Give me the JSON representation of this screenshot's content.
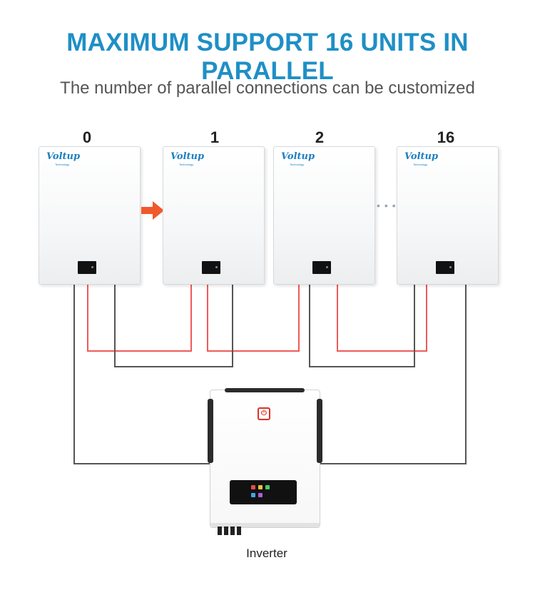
{
  "header": {
    "title": "MAXIMUM SUPPORT 16 UNITS IN PARALLEL",
    "subtitle": "The number of parallel connections can be customized"
  },
  "units": [
    {
      "number": "0",
      "brand": "Voltup",
      "brand_sub": "Technology"
    },
    {
      "number": "1",
      "brand": "Voltup",
      "brand_sub": "Technology"
    },
    {
      "number": "2",
      "brand": "Voltup",
      "brand_sub": "Technology"
    },
    {
      "number": "16",
      "brand": "Voltup",
      "brand_sub": "Technology"
    }
  ],
  "inverter": {
    "label": "Inverter",
    "power_icon": "power-icon"
  },
  "colors": {
    "title": "#1f8fc6",
    "positive_wire": "#ef5a5a",
    "negative_wire": "#555555",
    "arrow": "#f0592b"
  }
}
